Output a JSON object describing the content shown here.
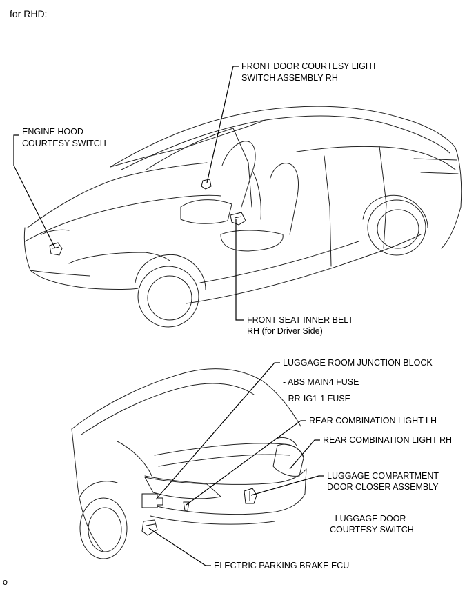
{
  "header": {
    "title": "for RHD:"
  },
  "footer": {
    "code": "o"
  },
  "labels": {
    "front_door_courtesy": [
      "FRONT DOOR COURTESY LIGHT",
      "SWITCH ASSEMBLY RH"
    ],
    "engine_hood": [
      "ENGINE HOOD",
      "COURTESY SWITCH"
    ],
    "front_seat_belt": [
      "FRONT SEAT INNER BELT",
      "RH (for Driver Side)"
    ],
    "luggage_junction": "LUGGAGE ROOM JUNCTION BLOCK",
    "fuse_abs": "- ABS MAIN4 FUSE",
    "fuse_rr": "- RR-IG1-1 FUSE",
    "rear_light_lh": "REAR COMBINATION LIGHT LH",
    "rear_light_rh": "REAR COMBINATION LIGHT RH",
    "luggage_closer": [
      "LUGGAGE COMPARTMENT",
      "DOOR CLOSER ASSEMBLY"
    ],
    "luggage_door_switch": [
      "- LUGGAGE DOOR",
      "COURTESY SWITCH"
    ],
    "parking_brake": "ELECTRIC PARKING BRAKE ECU"
  }
}
